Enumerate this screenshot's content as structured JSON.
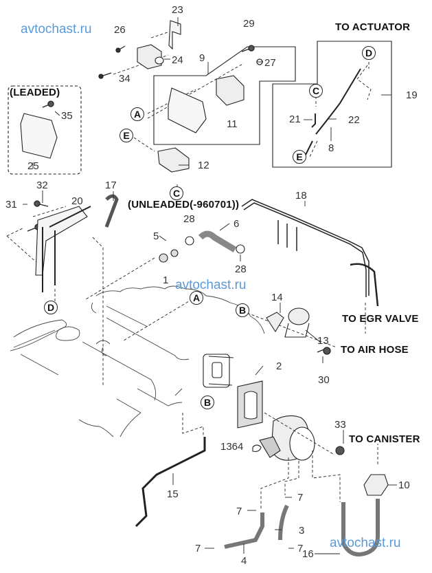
{
  "watermark": "avtochast.ru",
  "notes": {
    "leaded": "(LEADED)",
    "unleaded": "(UNLEADED(-960701))",
    "to_actuator": "TO ACTUATOR",
    "to_egr_valve": "TO EGR VALVE",
    "to_air_hose": "TO AIR HOSE",
    "to_canister": "TO CANISTER"
  },
  "callouts": {
    "A": "A",
    "B": "B",
    "C": "C",
    "D": "D",
    "E": "E"
  },
  "part_numbers": {
    "p1": "1",
    "p2": "2",
    "p3": "3",
    "p4": "4",
    "p5": "5",
    "p6": "6",
    "p7": "7",
    "p8": "8",
    "p9": "9",
    "p10": "10",
    "p11": "11",
    "p12": "12",
    "p13": "13",
    "p14": "14",
    "p15": "15",
    "p16": "16",
    "p17": "17",
    "p18": "18",
    "p19": "19",
    "p20": "20",
    "p21": "21",
    "p22": "22",
    "p23": "23",
    "p24": "24",
    "p25": "25",
    "p26": "26",
    "p27": "27",
    "p28": "28",
    "p29": "29",
    "p30": "30",
    "p31": "31",
    "p32": "32",
    "p33": "33",
    "p34": "34",
    "p35": "35",
    "p1364": "1364"
  }
}
